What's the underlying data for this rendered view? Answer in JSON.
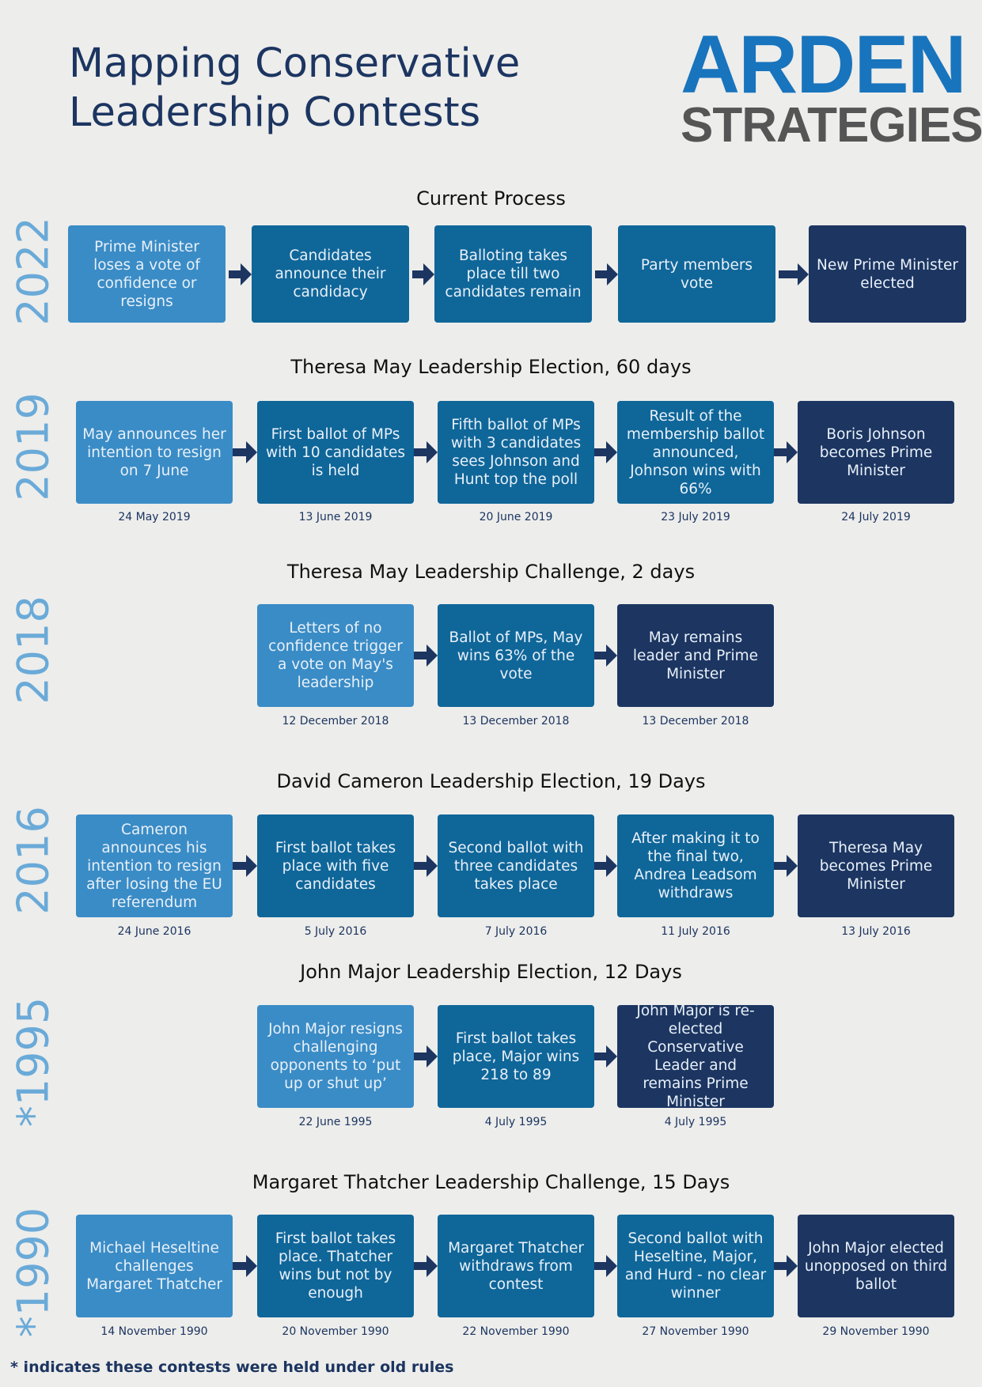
{
  "title": [
    "Mapping Conservative",
    "Leadership Contests"
  ],
  "logo": {
    "line1": "ARDEN",
    "line2": "STRATEGIES"
  },
  "colors": {
    "step_light": "#3a8cc6",
    "step_mid": "#0f6699",
    "step_dark": "#1c3561",
    "year": "#6aaad8",
    "arrow": "#1c3561"
  },
  "sections": [
    {
      "year": "2022",
      "heading": "Current Process",
      "steps": [
        {
          "text": "Prime Minister loses a vote of confidence or resigns",
          "date": ""
        },
        {
          "text": "Candidates announce their candidacy",
          "date": ""
        },
        {
          "text": "Balloting takes place till two candidates remain",
          "date": ""
        },
        {
          "text": "Party members vote",
          "date": ""
        },
        {
          "text": "New Prime Minister elected",
          "date": ""
        }
      ]
    },
    {
      "year": "2019",
      "heading": "Theresa May Leadership Election, 60 days",
      "steps": [
        {
          "text": "May announces her intention to resign on 7 June",
          "date": "24 May 2019"
        },
        {
          "text": "First ballot of MPs with 10 candidates is held",
          "date": "13 June 2019"
        },
        {
          "text": "Fifth ballot of MPs with 3 candidates sees Johnson and Hunt top the poll",
          "date": "20 June 2019"
        },
        {
          "text": "Result of the membership ballot announced, Johnson wins with 66%",
          "date": "23 July 2019"
        },
        {
          "text": "Boris Johnson becomes Prime Minister",
          "date": "24 July 2019"
        }
      ]
    },
    {
      "year": "2018",
      "heading": "Theresa May Leadership Challenge, 2 days",
      "steps": [
        {
          "text": "Letters of no confidence trigger a vote on May's leadership",
          "date": "12 December 2018"
        },
        {
          "text": "Ballot of MPs, May wins 63% of the vote",
          "date": "13 December 2018"
        },
        {
          "text": "May remains leader and Prime Minister",
          "date": "13 December 2018"
        }
      ]
    },
    {
      "year": "2016",
      "heading": "David Cameron Leadership Election, 19 Days",
      "steps": [
        {
          "text": "Cameron announces his intention to resign after losing the EU referendum",
          "date": "24 June 2016"
        },
        {
          "text": "First ballot takes place with five candidates",
          "date": "5 July 2016"
        },
        {
          "text": "Second ballot with three candidates takes place",
          "date": "7 July 2016"
        },
        {
          "text": "After making it to the final two, Andrea Leadsom withdraws",
          "date": "11 July 2016"
        },
        {
          "text": "Theresa May becomes Prime Minister",
          "date": "13 July 2016"
        }
      ]
    },
    {
      "year": "*1995",
      "heading": "John Major Leadership Election, 12 Days",
      "steps": [
        {
          "text": "John Major resigns challenging opponents to ‘put up or shut up’",
          "date": "22 June 1995"
        },
        {
          "text": "First ballot takes place, Major wins 218 to 89",
          "date": "4 July 1995"
        },
        {
          "text": "John Major is re-elected Conservative Leader and remains Prime Minister",
          "date": "4 July 1995"
        }
      ]
    },
    {
      "year": "*1990",
      "heading": "Margaret Thatcher Leadership Challenge, 15 Days",
      "steps": [
        {
          "text": "Michael Heseltine challenges Margaret Thatcher",
          "date": "14 November 1990"
        },
        {
          "text": "First ballot takes place. Thatcher wins but not by enough",
          "date": "20 November 1990"
        },
        {
          "text": "Margaret Thatcher withdraws from contest",
          "date": "22 November 1990"
        },
        {
          "text": "Second ballot with Heseltine, Major, and Hurd - no clear winner",
          "date": "27 November 1990"
        },
        {
          "text": "John Major elected unopposed on third ballot",
          "date": "29 November 1990"
        }
      ]
    }
  ],
  "footnote": "* indicates these contests were held under old rules"
}
